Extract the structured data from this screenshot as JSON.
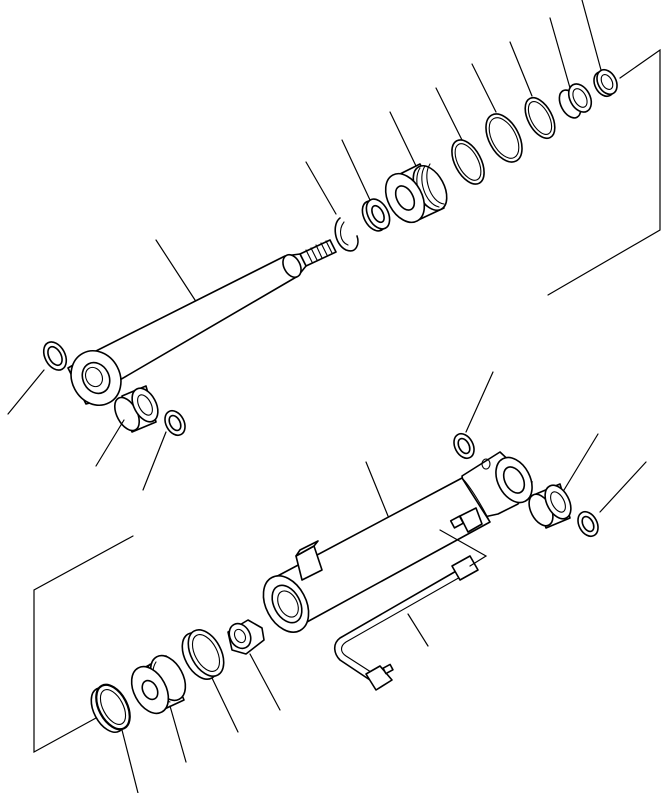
{
  "drawing": {
    "line_color": "#000000",
    "background": "#ffffff",
    "parts": [
      "piston-rod",
      "rod-eye-bushing",
      "rod-dust-seal",
      "rod-eye-seal-left",
      "rod-eye-seal-right",
      "snap-ring",
      "rod-dust-wiper",
      "cylinder-head",
      "head-o-ring",
      "head-backup-ring",
      "head-o-ring-2",
      "rod-bushing",
      "rod-packing",
      "cylinder-tube",
      "tube-eye-seal-top",
      "tube-bushing",
      "tube-eye-seal-right",
      "hydraulic-pipe",
      "piston-nut",
      "piston-wear-ring",
      "piston",
      "piston-seal"
    ]
  }
}
